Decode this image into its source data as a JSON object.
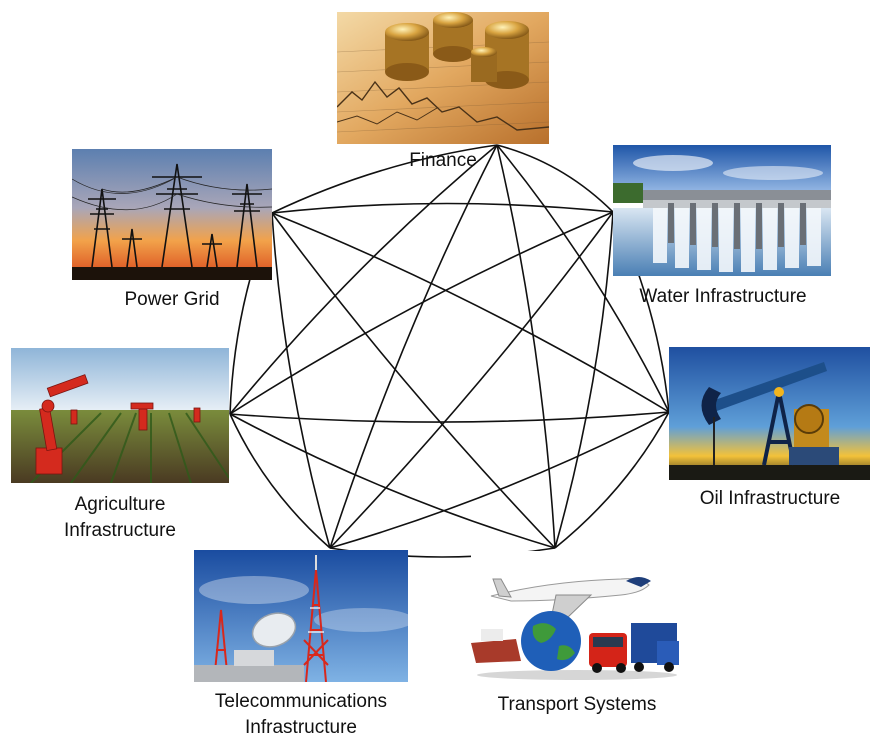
{
  "nodes": [
    {
      "id": "finance",
      "label_lines": [
        "Finance"
      ],
      "image": "coins-on-stock-chart"
    },
    {
      "id": "power-grid",
      "label_lines": [
        "Power Grid"
      ],
      "image": "transmission-towers-at-sunset"
    },
    {
      "id": "water",
      "label_lines": [
        "Water Infrastructure"
      ],
      "image": "dam-spillway"
    },
    {
      "id": "agriculture",
      "label_lines": [
        "Agriculture",
        "Infrastructure"
      ],
      "image": "robot-arms-in-field"
    },
    {
      "id": "oil",
      "label_lines": [
        "Oil Infrastructure"
      ],
      "image": "oil-pumpjack"
    },
    {
      "id": "telecom",
      "label_lines": [
        "Telecommunications",
        "Infrastructure"
      ],
      "image": "telecom-towers-and-dish"
    },
    {
      "id": "transport",
      "label_lines": [
        "Transport Systems"
      ],
      "image": "plane-ship-globe-trucks"
    }
  ],
  "edges": "all-pairs"
}
